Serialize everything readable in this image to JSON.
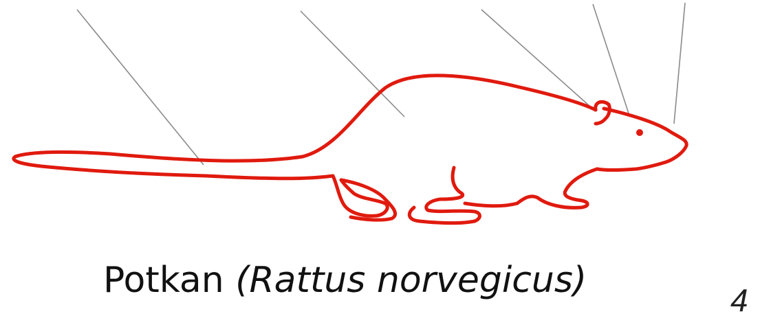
{
  "caption": {
    "common_name": "Potkan",
    "scientific_name": "(Rattus norvegicus)"
  },
  "page_number": "4",
  "colors": {
    "outline": "#e01a0e",
    "leader_lines": "#8a8a8a",
    "text": "#111111"
  }
}
